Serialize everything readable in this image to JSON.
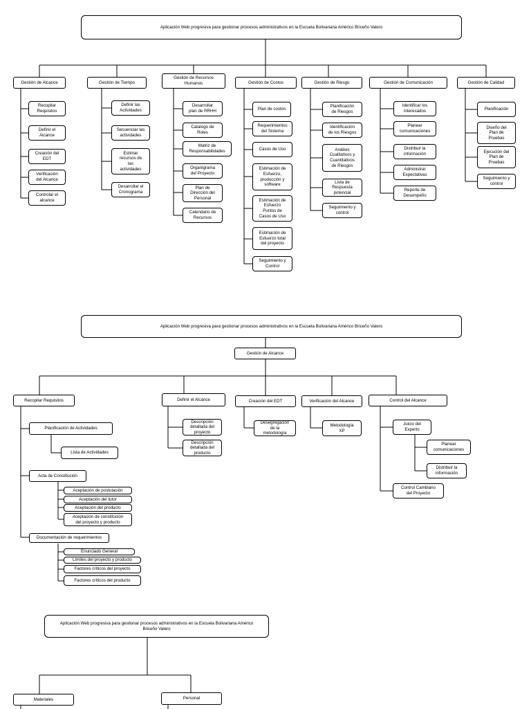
{
  "diagram1": {
    "title": "Aplicación Web progresiva para gestionar procesos administrativos en la Escuela Bolivariana Américo Briceño Valero",
    "branches": [
      {
        "label": "Gestión de Alcance",
        "items": [
          "Recopilar\nRequisitos",
          "Definir el\nAlcance",
          "Creación del\nEDT",
          "Verificación\ndel Alcance",
          "Controlar el\nalcance"
        ]
      },
      {
        "label": "Gestión de Tiempo",
        "items": [
          "Definir las\nActividades",
          "Secuenciar las\nactividades",
          "Estimar\nrecursos de\nlas\nactividades",
          "Desarrollar el\nCronograma"
        ]
      },
      {
        "label": "Gestión de Recursos\nHumanos",
        "items": [
          "Desarrollar\nplan de RRHH",
          "Catalogo de\nRoles",
          "Matriz de\nResponsabilidades",
          "Organigrama\ndel Proyecto",
          "Plan de\nDirección del\nPersonal",
          "Calendario de\nRecursos"
        ]
      },
      {
        "label": "Gestión de Costos",
        "items": [
          "Plan de costos",
          "Requerimientos\ndel Sistema",
          "Casos de Uso",
          "Estimación de\nEsfuerzo,\nproducción y\nsoftware",
          "Estimación de\nEsfuerzo\nPuntos de\nCasos de Uso",
          "Estimación de\nEsfuerzo total\ndel proyecto",
          "Seguimiento y\nControl"
        ]
      },
      {
        "label": "Gestión de Riesgo",
        "items": [
          "Planificación\nde Riesgos",
          "Identificación\nde los Riesgos",
          "Análisis\nCualitativos y\nCuantitativos\nde Riesgos",
          "Lista de\nRespuesta\npotencial",
          "Seguimiento y\ncontrol"
        ]
      },
      {
        "label": "Gestión de Comunicación",
        "items": [
          "Identificar los\ninteresados",
          "Planear\ncomunicaciones",
          "Distribuir la\ninformación",
          "Administrar\nExpectativas",
          "Reporte de\nDesempeño"
        ]
      },
      {
        "label": "Gestión de Calidad",
        "items": [
          "Planificación",
          "Diseño del\nPlan de\nPruebas",
          "Ejecución del\nPlan de\nPruebas",
          "Seguimiento y\ncontrol"
        ]
      }
    ]
  },
  "diagram2": {
    "title": "Aplicación Web progresiva para gestionar procesos administrativos en la Escuela Bolivariana Américo Briceño Valero",
    "root": "Gestión de Alcance",
    "recopilar": {
      "label": "Recopilar Requisitos",
      "planificacion": "Planificación de Actividades",
      "lista": "Lista de Actividades",
      "acta": "Acta de Constitución",
      "acta_items": [
        "Aceptación de postulación",
        "Aceptación del tutor",
        "Aceptación del producto",
        "Aceptación de constitución\ndel proyecto y producto"
      ],
      "documentacion": "Documentación de requerimientos",
      "doc_items": [
        "Enunciado General",
        "Límites del proyecto y producto",
        "Factores críticos del proyecto",
        "Factores críticos del producto"
      ]
    },
    "definir": {
      "label": "Definir el Alcance",
      "items": [
        "Descripción\ndetallada del\nproyecto",
        "Descripción\ndetallada del\nproducto"
      ]
    },
    "creacion": {
      "label": "Creación del EDT",
      "item": "Desegregación\nde la\nmetodología"
    },
    "verificacion": {
      "label": "Verificación del Alcance",
      "item": "Metodología\nXP"
    },
    "control": {
      "label": "Control del Alcance",
      "juicio": "Juicio del\nExperto",
      "juicio_items": [
        "Planear\ncomunicaciones",
        "Distribuir la\ninformación"
      ],
      "cambiario": "Control Cambiario\ndel Proyecto"
    }
  },
  "diagram3": {
    "title": "Aplicación Web progresiva para gestionar procesos administrativos en la Escuela Bolivariana Américo\nBriceño Valero",
    "branches": [
      "Materiales",
      "Personal"
    ]
  }
}
